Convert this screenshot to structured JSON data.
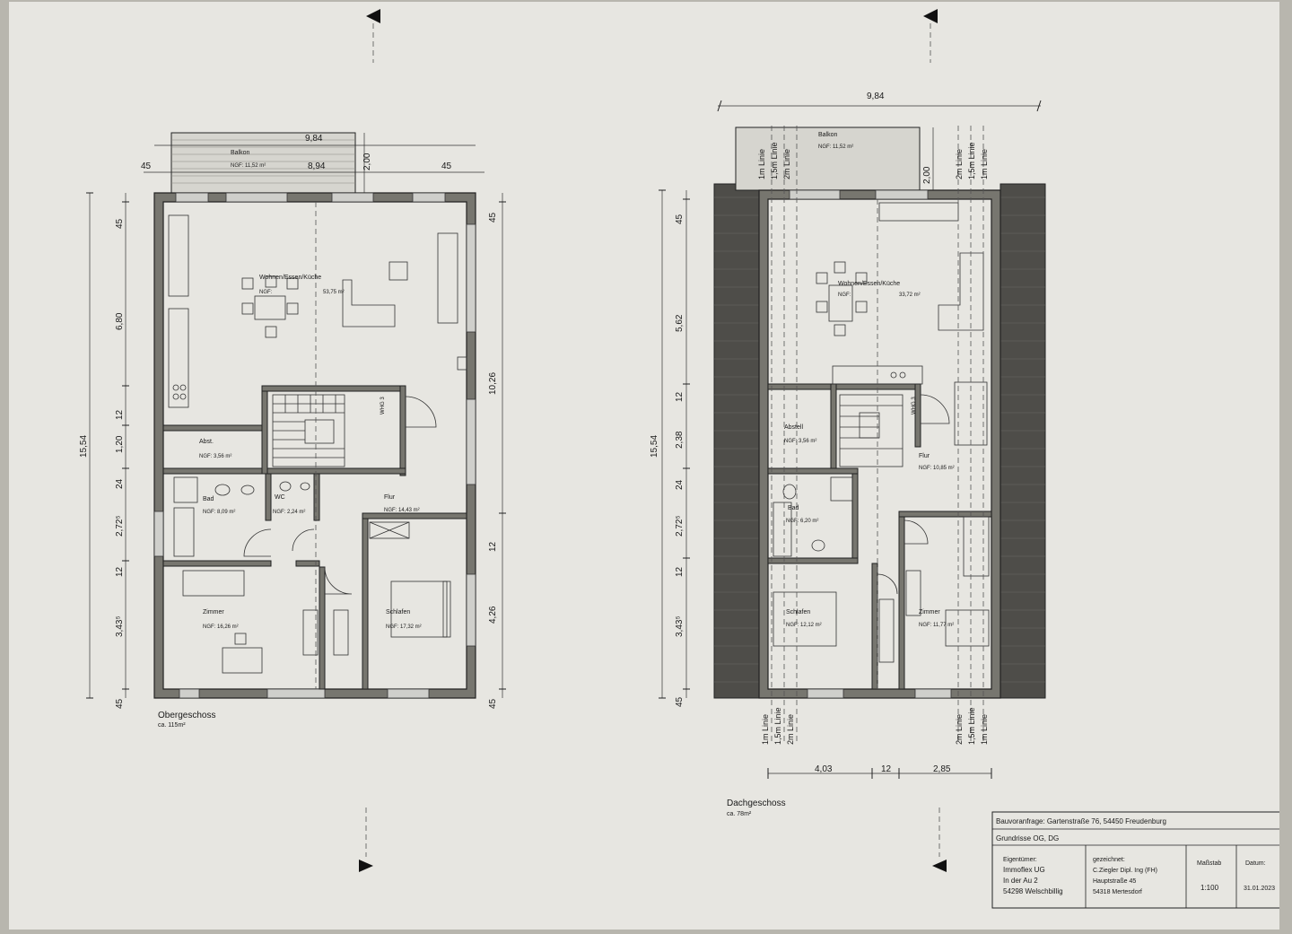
{
  "floors": {
    "og": {
      "title": "Obergeschoss",
      "area": "ca. 115m²",
      "rooms": {
        "wohnen": {
          "name": "Wohnen/Essen/Küche",
          "ngf_label": "NGF:",
          "ngf": "53,75 m²"
        },
        "abst": {
          "name": "Abst.",
          "ngf": "NGF: 3,56 m²"
        },
        "bad": {
          "name": "Bad",
          "ngf": "NGF: 8,09 m²"
        },
        "wc": {
          "name": "WC",
          "ngf": "NGF: 2,24 m²"
        },
        "flur": {
          "name": "Flur",
          "ngf": "NGF: 14,43 m²"
        },
        "zimmer": {
          "name": "Zimmer",
          "ngf": "NGF: 16,26 m²"
        },
        "schlafen": {
          "name": "Schlafen",
          "ngf": "NGF: 17,32 m²"
        },
        "balkon": {
          "name": "Balkon",
          "ngf": "NGF: 11,52 m²"
        }
      },
      "dims": {
        "top_total": "9,84",
        "top_inner": "8,94",
        "top_left": "45",
        "top_right": "45",
        "balkon_depth": "2,00",
        "left_total": "15,54",
        "left_segments": [
          "45",
          "6,80",
          "12",
          "1,20",
          "24",
          "2,72⁵",
          "12",
          "3,43⁵",
          "45"
        ],
        "right_segments": [
          "45",
          "10,26",
          "12",
          "4,26",
          "45"
        ]
      }
    },
    "dg": {
      "title": "Dachgeschoss",
      "area": "ca. 78m²",
      "rooms": {
        "wohnen": {
          "name": "Wohnen/Essen/Küche",
          "ngf_label": "NGF:",
          "ngf": "33,72 m²"
        },
        "abstell": {
          "name": "Abstell",
          "ngf": "NGF: 3,56 m²"
        },
        "flur": {
          "name": "Flur",
          "ngf": "NGF: 10,85 m²"
        },
        "bad": {
          "name": "Bad",
          "ngf": "NGF: 6,20 m²"
        },
        "schlafen": {
          "name": "Schlafen",
          "ngf": "NGF: 12,12 m²"
        },
        "zimmer": {
          "name": "Zimmer",
          "ngf": "NGF: 11,77 m²"
        },
        "balkon": {
          "name": "Balkon",
          "ngf": "NGF: 11,52 m²"
        }
      },
      "lines": [
        "1m Linie",
        "1,5m Linie",
        "2m Linie"
      ],
      "dims": {
        "top_total": "9,84",
        "balkon_depth": "2,00",
        "left_total": "15,54",
        "left_segments": [
          "45",
          "5,62",
          "12",
          "2,38",
          "24",
          "2,72⁵",
          "12",
          "3,43⁵",
          "45"
        ],
        "bottom_segments": [
          "4,03",
          "12",
          "2,85"
        ]
      }
    }
  },
  "stair_label": "WHG 3",
  "title_block": {
    "project": "Bauvoranfrage: Gartenstraße 76, 54450 Freudenburg",
    "drawing": "Grundrisse OG, DG",
    "owner_label": "Eigentümer:",
    "owner_lines": [
      "Immoflex UG",
      "In der Au 2",
      "54298 Welschbillig"
    ],
    "drawn_label": "gezeichnet:",
    "drawn_lines": [
      "C.Ziegler Dipl. Ing (FH)",
      "Hauptstraße 45",
      "54318 Mertesdorf"
    ],
    "scale_label": "Maßstab",
    "scale": "1:100",
    "date_label": "Datum:",
    "date": "31.01.2023"
  },
  "colors": {
    "paper": "#e7e6e1",
    "wall": "#77766f",
    "roof": "#4e4d49",
    "line": "#222222"
  }
}
